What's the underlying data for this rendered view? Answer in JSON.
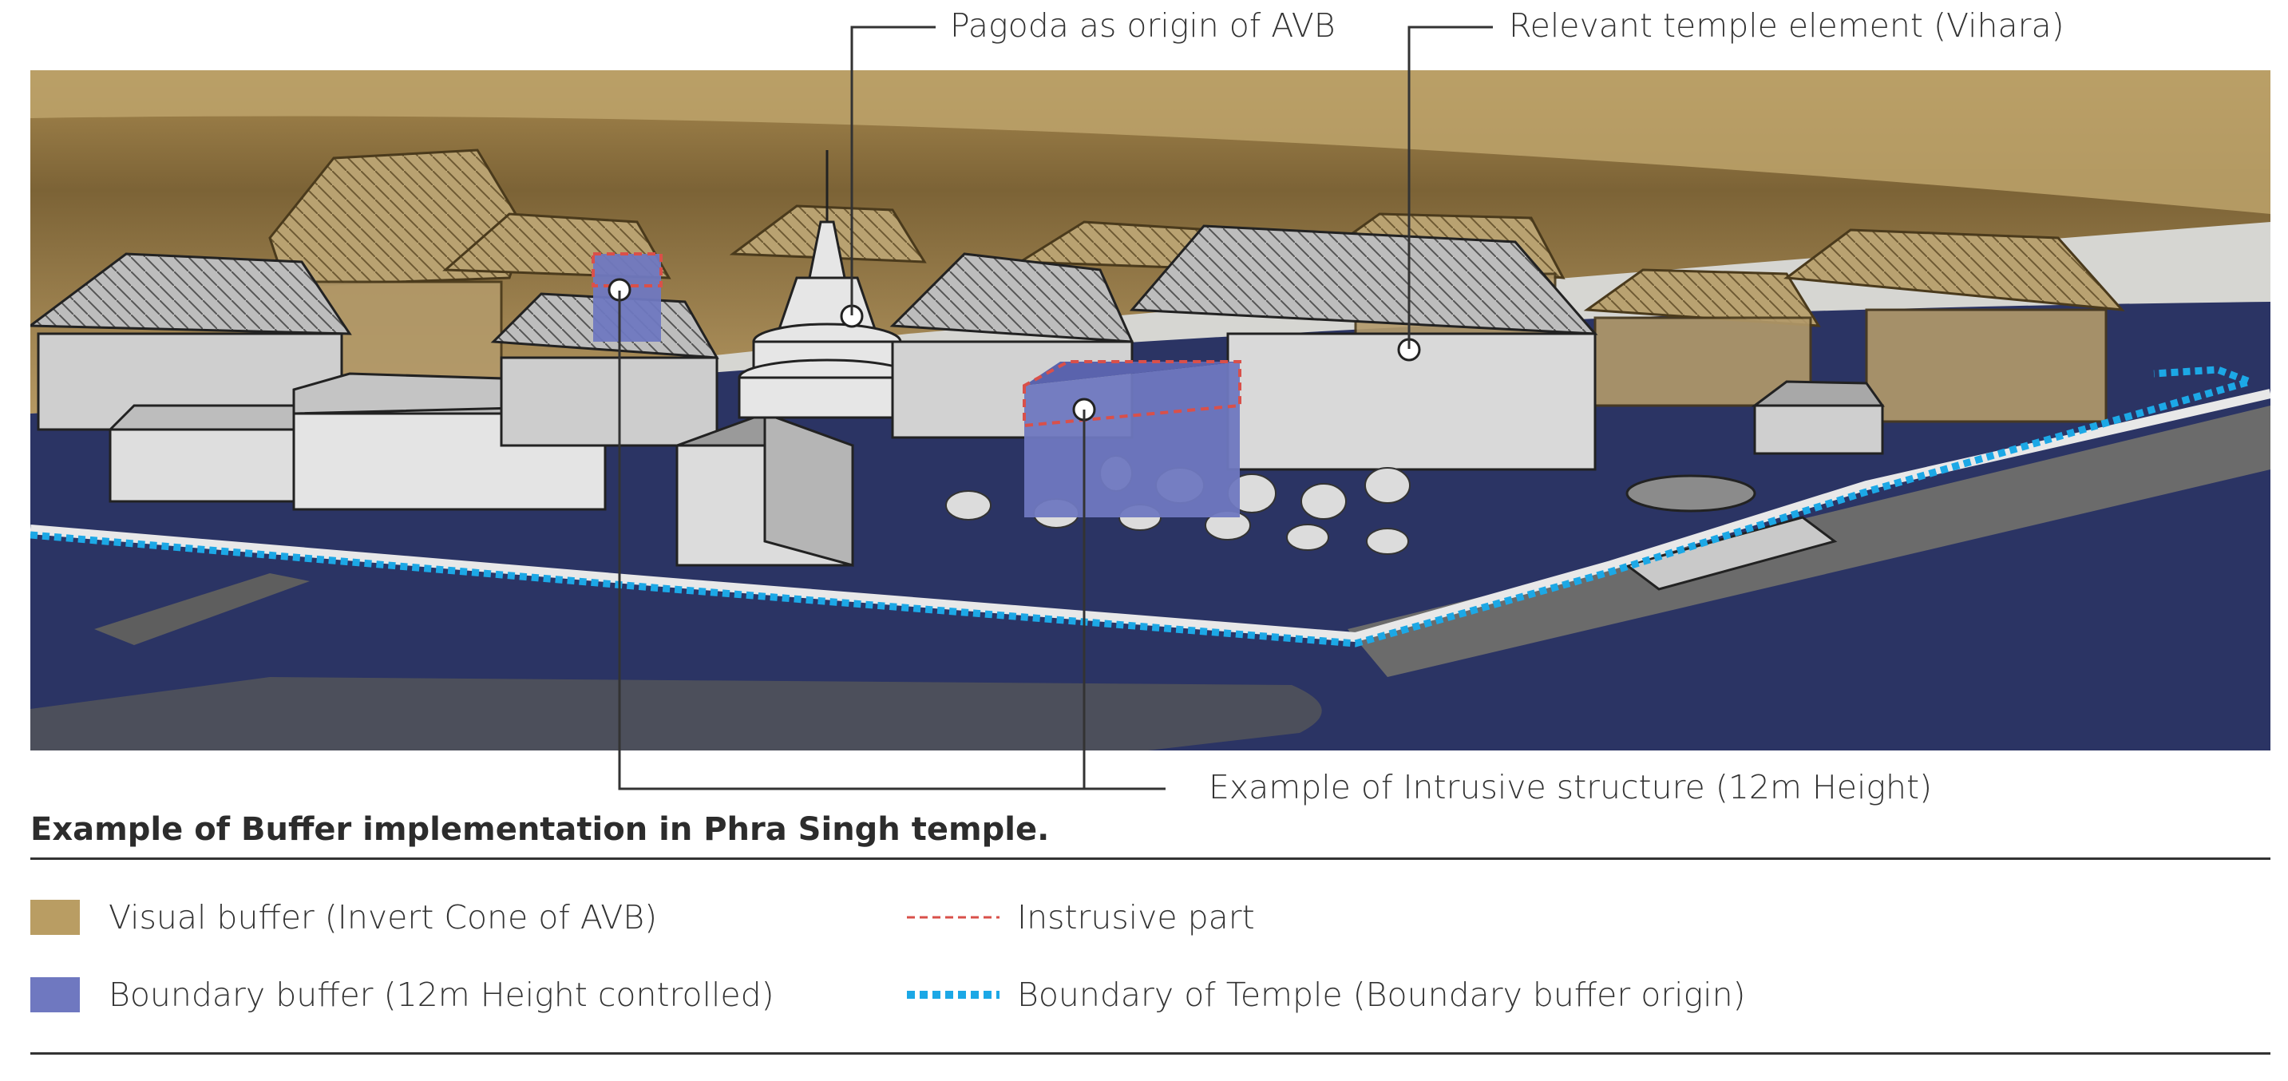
{
  "callouts": {
    "pagoda": "Pagoda as origin of AVB",
    "vihara": "Relevant temple element (Vihara)",
    "intrusive": "Example of Intrusive structure (12m Height)"
  },
  "caption": "Example of Buffer implementation in Phra Singh temple.",
  "legend": [
    {
      "label": "Visual buffer (Invert Cone of AVB)",
      "icon": "square-swatch",
      "color": "#b99d63"
    },
    {
      "label": "Instrusive part",
      "icon": "dashed-line",
      "color": "#d9504a"
    },
    {
      "label": "Boundary buffer (12m Height controlled)",
      "icon": "square-swatch",
      "color": "#6f78c0"
    },
    {
      "label": "Boundary of Temple (Boundary buffer origin)",
      "icon": "dotted-line",
      "color": "#1ca8e6"
    }
  ],
  "colors": {
    "visual_buffer": "#b99d63",
    "boundary_buffer": "#6f78c0",
    "ground": "#2b3464",
    "boundary_line": "#1ca8e6",
    "intrusive_line": "#d9504a"
  }
}
